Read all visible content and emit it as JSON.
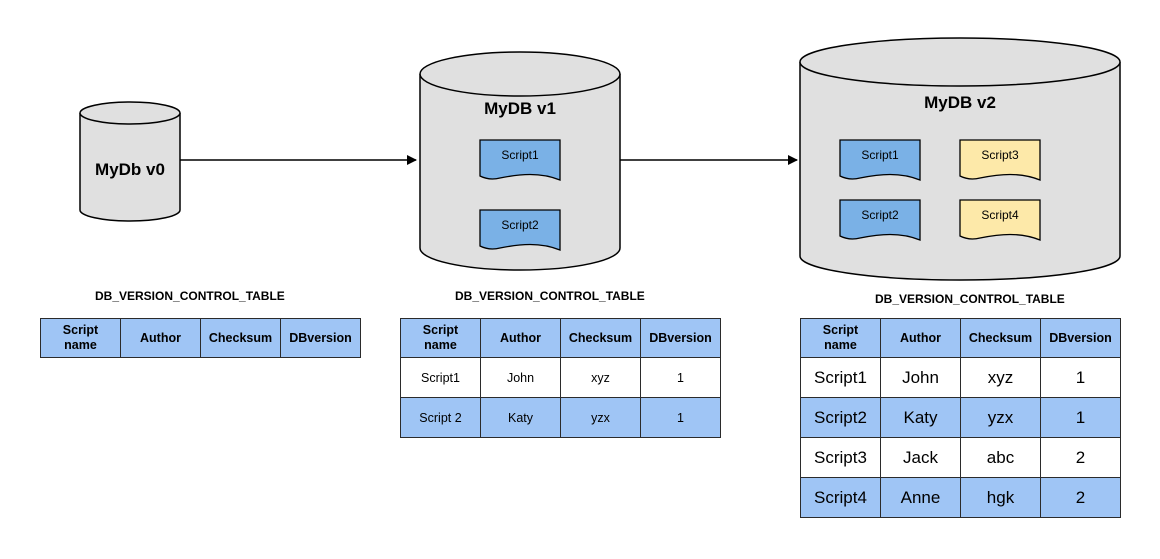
{
  "databases": {
    "v0": {
      "label": "MyDb v0"
    },
    "v1": {
      "label": "MyDB v1",
      "scripts": [
        "Script1",
        "Script2"
      ]
    },
    "v2": {
      "label": "MyDB v2",
      "scripts": [
        "Script1",
        "Script2",
        "Script3",
        "Script4"
      ]
    }
  },
  "colors": {
    "cylinder_fill": "#e0e0e0",
    "script_blue": "#7ab1e6",
    "script_yellow": "#fde9a9",
    "table_header": "#9fc5f5",
    "table_row_blue": "#9fc5f5"
  },
  "tables": [
    {
      "title": "DB_VERSION_CONTROL_TABLE",
      "headers": [
        "Script name",
        "Author",
        "Checksum",
        "DBversion"
      ],
      "rows": []
    },
    {
      "title": "DB_VERSION_CONTROL_TABLE",
      "headers": [
        "Script name",
        "Author",
        "Checksum",
        "DBversion"
      ],
      "rows": [
        [
          "Script1",
          "John",
          "xyz",
          "1"
        ],
        [
          "Script 2",
          "Katy",
          "yzx",
          "1"
        ]
      ]
    },
    {
      "title": "DB_VERSION_CONTROL_TABLE",
      "headers": [
        "Script name",
        "Author",
        "Checksum",
        "DBversion"
      ],
      "rows": [
        [
          "Script1",
          "John",
          "xyz",
          "1"
        ],
        [
          "Script2",
          "Katy",
          "yzx",
          "1"
        ],
        [
          "Script3",
          "Jack",
          "abc",
          "2"
        ],
        [
          "Script4",
          "Anne",
          "hgk",
          "2"
        ]
      ]
    }
  ]
}
